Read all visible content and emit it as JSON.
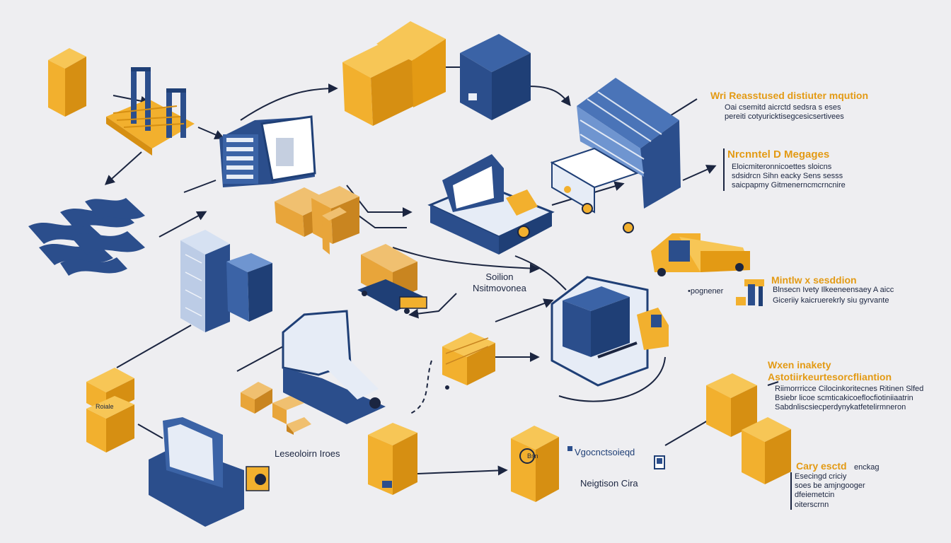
{
  "colors": {
    "background": "#eeeef1",
    "box_orange": "#f2b02e",
    "box_orange_dark": "#d68f12",
    "blue": "#2b4e8c",
    "blue_dark": "#1f3f76",
    "connector": "#1b2540"
  },
  "labels": {
    "top_right": {
      "title": "Wri Reasstused distiuter mqution",
      "lines": [
        "Oai csemitd aicrctd sedsra s eses",
        "pereiti cotyuricktisegcesicsertivees"
      ]
    },
    "messages": {
      "title": "Nrcnntel D Megages",
      "lines": [
        "Eloicmiteronnicoettes sloicns",
        "sdsidrcn Sihn eacky Sens sesss",
        "saicpapmy Gitmenerncmcrncnire"
      ]
    },
    "window": {
      "title": "Mintlw x sesddion",
      "side": "•pognener",
      "lines": [
        "Blnsecn Ivety Ilkeeneensaey A aicc",
        "Giceriiy kaicruerekrly siu gyrvante"
      ]
    },
    "inventory": {
      "title": "Wxen inakety",
      "subtitle": "Astotiirkeurtesorcfliantion",
      "lines": [
        "Riimorrricce Cilocinkoritecnes Ritinen Slfed",
        "Bsiebr licoe scmticakicoeflocfiotiniiaatrin",
        "Sabdnliscsiecperdynykatfetelirmneron"
      ]
    },
    "carry": {
      "title": "Cary esctd",
      "title_suffix": "enckag",
      "lines": [
        "Esecingd criciy",
        "soes be amjngooger",
        "dfeiemetcin",
        "oiterscrnn"
      ]
    },
    "center_label": [
      "Soilion",
      "Nsitmovonea"
    ],
    "bottom_left_label": "Leseoloirn Iroes",
    "bottom_center_label": "Vgocnctsoieqd",
    "bottom_center_sub": "Neigtison Cira",
    "tags": {
      "box_left": "Roiale",
      "box_bottom": "Bsn"
    }
  }
}
